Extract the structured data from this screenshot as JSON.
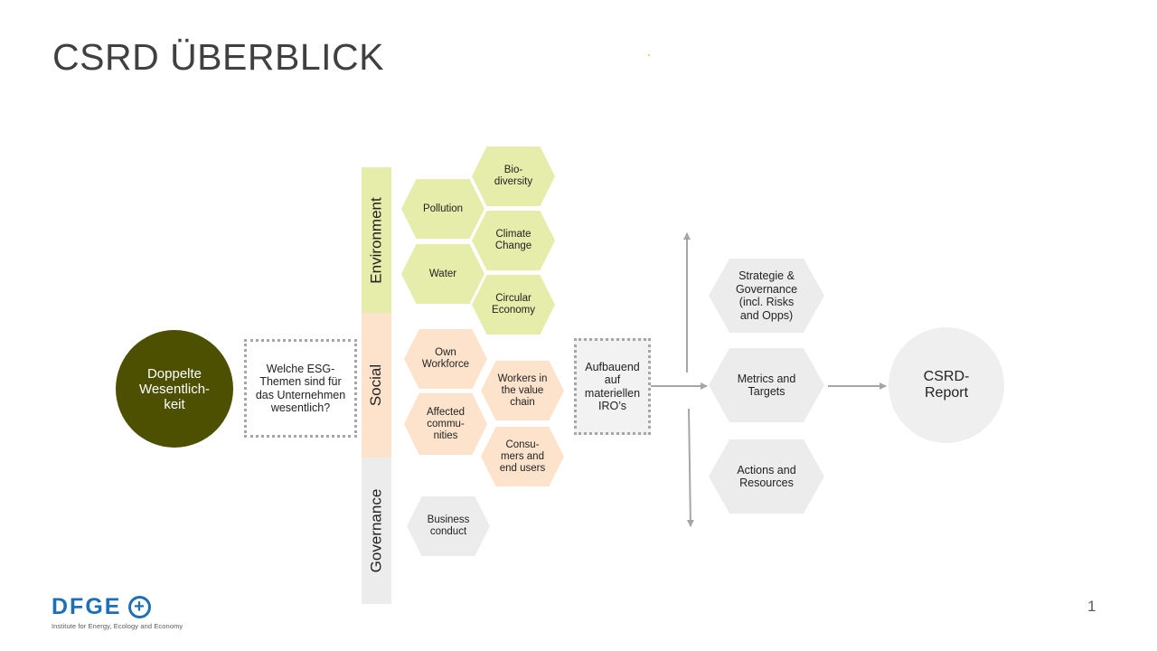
{
  "slide": {
    "title": "CSRD ÜBERBLICK",
    "page_number": "1"
  },
  "left": {
    "main_circle": "Doppelte Wesentlich-keit",
    "question_box": "Welche ESG-Themen sind für das Unternehmen wesentlich?"
  },
  "pillars": {
    "environment": "Environment",
    "social": "Social",
    "governance": "Governance"
  },
  "topics": {
    "biodiversity": "Bio-diversity",
    "pollution": "Pollution",
    "climate_change": "Climate Change",
    "water": "Water",
    "circular_economy": "Circular Economy",
    "own_workforce": "Own Workforce",
    "workers_value_chain": "Workers in the value chain",
    "affected_communities": "Affected commu-nities",
    "consumers": "Consu-mers and end users",
    "business_conduct": "Business conduct"
  },
  "center": {
    "basis_box": "Aufbauend auf materiellen IRO’s"
  },
  "outputs": {
    "strategy": "Strategie & Governance (incl. Risks and Opps)",
    "metrics": "Metrics and Targets",
    "actions": "Actions and Resources"
  },
  "report": {
    "label": "CSRD-Report"
  },
  "logo": {
    "name": "DFGE",
    "subtitle": "Institute for Energy, Ecology and Economy",
    "icon": "circle-plus-icon",
    "color": "#1d70b7"
  },
  "colors": {
    "main_circle": "#4c5000",
    "environment": "#e6ecaa",
    "social": "#fde3cc",
    "governance": "#ececec",
    "arrow": "#a6a6a6"
  }
}
